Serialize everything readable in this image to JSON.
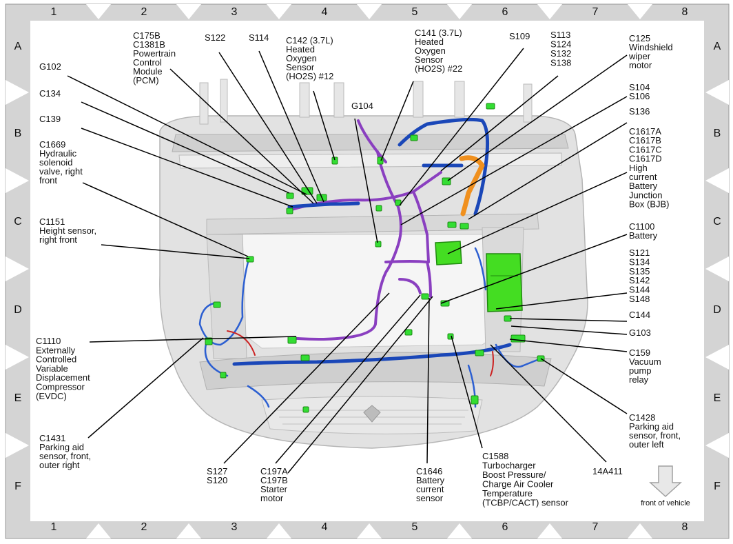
{
  "grid": {
    "columns": [
      "1",
      "2",
      "3",
      "4",
      "5",
      "6",
      "7",
      "8"
    ],
    "rows": [
      "A",
      "B",
      "C",
      "D",
      "E",
      "F"
    ]
  },
  "labels": [
    {
      "id": "c175b",
      "lines": [
        "C175B",
        "C1381B",
        "Powertrain",
        "Control",
        "Module",
        "(PCM)"
      ]
    },
    {
      "id": "s122",
      "lines": [
        "S122"
      ]
    },
    {
      "id": "s114",
      "lines": [
        "S114"
      ]
    },
    {
      "id": "c142",
      "lines": [
        "C142  (3.7L)",
        "Heated",
        "Oxygen",
        "Sensor",
        "(HO2S) #12"
      ]
    },
    {
      "id": "c141",
      "lines": [
        "C141 (3.7L)",
        "Heated",
        "Oxygen",
        "Sensor",
        "(HO2S) #22"
      ]
    },
    {
      "id": "s109",
      "lines": [
        "S109"
      ]
    },
    {
      "id": "s113",
      "lines": [
        "S113",
        "S124",
        "S132",
        "S138"
      ]
    },
    {
      "id": "c125",
      "lines": [
        "C125",
        "Windshield",
        "wiper",
        "motor"
      ]
    },
    {
      "id": "g102",
      "lines": [
        "G102"
      ]
    },
    {
      "id": "c134",
      "lines": [
        "C134"
      ]
    },
    {
      "id": "c139",
      "lines": [
        "C139"
      ]
    },
    {
      "id": "g104",
      "lines": [
        "G104"
      ]
    },
    {
      "id": "s104",
      "lines": [
        "S104",
        "S106"
      ]
    },
    {
      "id": "s136",
      "lines": [
        "S136"
      ]
    },
    {
      "id": "c1669",
      "lines": [
        "C1669",
        "Hydraulic",
        "solenoid",
        "valve, right",
        "front"
      ]
    },
    {
      "id": "c1617",
      "lines": [
        "C1617A",
        "C1617B",
        "C1617C",
        "C1617D",
        "High",
        "current",
        "Battery",
        "Junction",
        "Box (BJB)"
      ]
    },
    {
      "id": "c1151",
      "lines": [
        "C1151",
        "Height sensor,",
        "right front"
      ]
    },
    {
      "id": "c1100",
      "lines": [
        "C1100",
        "Battery"
      ]
    },
    {
      "id": "s121",
      "lines": [
        "S121",
        "S134",
        "S135",
        "S142",
        "S144",
        "S148"
      ]
    },
    {
      "id": "c144",
      "lines": [
        "C144"
      ]
    },
    {
      "id": "g103",
      "lines": [
        "G103"
      ]
    },
    {
      "id": "c1110",
      "lines": [
        "C1110",
        "Externally",
        "Controlled",
        "Variable",
        "Displacement",
        "Compressor",
        "(EVDC)"
      ]
    },
    {
      "id": "c159",
      "lines": [
        "C159",
        "Vacuum",
        "pump",
        "relay"
      ]
    },
    {
      "id": "c1431",
      "lines": [
        "C1431",
        "Parking aid",
        "sensor, front,",
        "outer right"
      ]
    },
    {
      "id": "c1428",
      "lines": [
        "C1428",
        "Parking aid",
        "sensor, front,",
        "outer left"
      ]
    },
    {
      "id": "s127",
      "lines": [
        "S127",
        "S120"
      ]
    },
    {
      "id": "c197a",
      "lines": [
        "C197A",
        "C197B",
        "Starter",
        "motor"
      ]
    },
    {
      "id": "c1646",
      "lines": [
        "C1646",
        "Battery",
        "current",
        "sensor"
      ]
    },
    {
      "id": "c1588",
      "lines": [
        "C1588",
        "Turbocharger",
        "Boost Pressure/",
        "Charge Air Cooler",
        "Temperature",
        "(TCBP/CACT) sensor"
      ]
    },
    {
      "id": "a14a411",
      "lines": [
        "14A411"
      ]
    }
  ],
  "legend": {
    "front_of_vehicle": "front of vehicle"
  },
  "colors": {
    "connector": "#33dd33",
    "harness_blue": "#1a47b8",
    "harness_purple": "#8a3fc0",
    "harness_orange": "#f0901e",
    "battery": "#44dd22",
    "vehicle": "#d9d9d9",
    "frame": "#c4c4c4"
  }
}
